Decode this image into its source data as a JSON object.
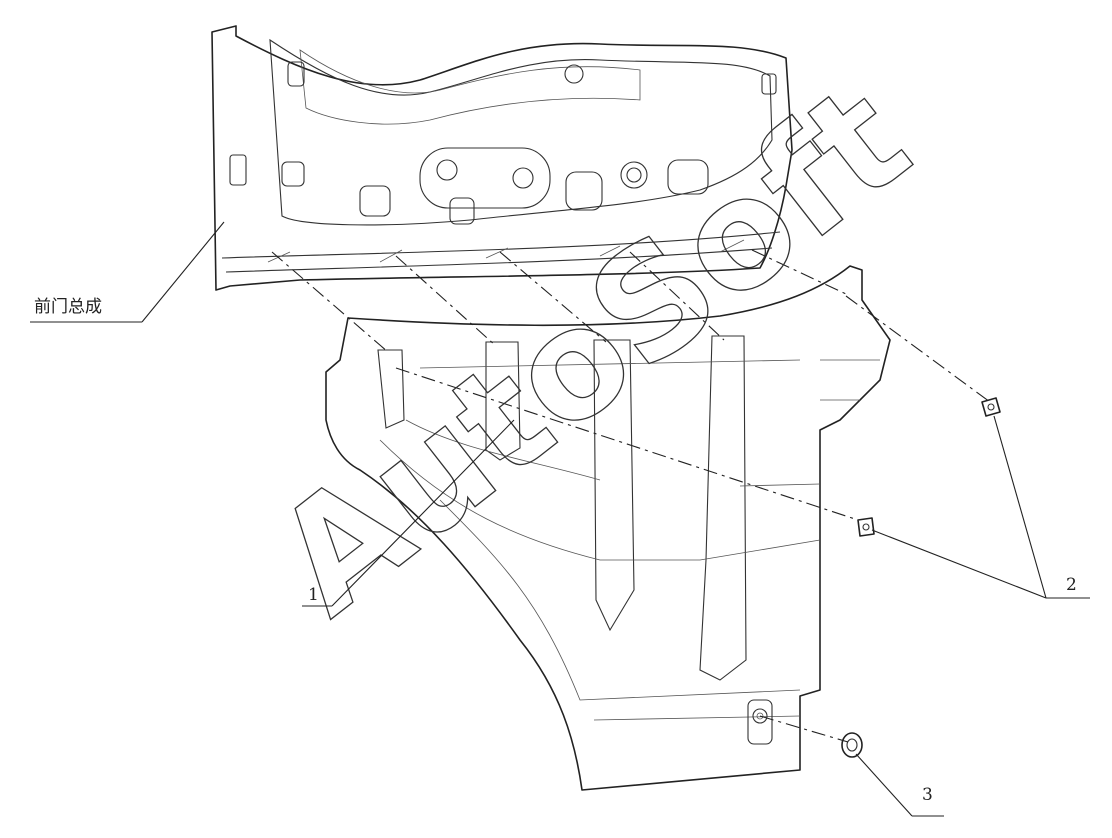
{
  "callouts": {
    "front_door_assembly": "前门总成",
    "part_1": "1",
    "part_2": "2",
    "part_3": "3"
  },
  "watermark": "AutoSoft"
}
